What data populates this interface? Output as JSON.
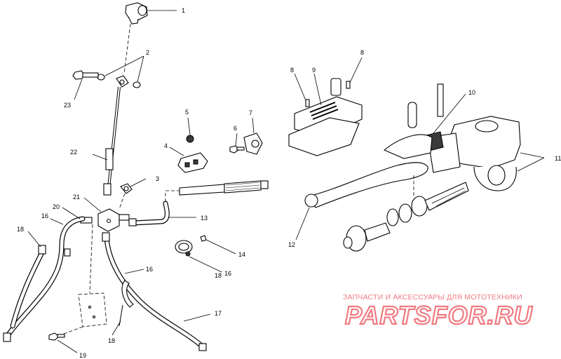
{
  "callouts": [
    {
      "id": "c1",
      "text": "1"
    },
    {
      "id": "c2",
      "text": "2"
    },
    {
      "id": "c3",
      "text": "3"
    },
    {
      "id": "c4",
      "text": "4"
    },
    {
      "id": "c5",
      "text": "5"
    },
    {
      "id": "c6",
      "text": "6"
    },
    {
      "id": "c7",
      "text": "7"
    },
    {
      "id": "c8a",
      "text": "8"
    },
    {
      "id": "c8b",
      "text": "8"
    },
    {
      "id": "c9",
      "text": "9"
    },
    {
      "id": "c10",
      "text": "10"
    },
    {
      "id": "c11",
      "text": "11"
    },
    {
      "id": "c12",
      "text": "12"
    },
    {
      "id": "c13",
      "text": "13"
    },
    {
      "id": "c14",
      "text": "14"
    },
    {
      "id": "c16a",
      "text": "16"
    },
    {
      "id": "c16b",
      "text": "16"
    },
    {
      "id": "c16c",
      "text": "16"
    },
    {
      "id": "c17",
      "text": "17"
    },
    {
      "id": "c18a",
      "text": "18"
    },
    {
      "id": "c18b",
      "text": "18"
    },
    {
      "id": "c18c",
      "text": "18"
    },
    {
      "id": "c19",
      "text": "19"
    },
    {
      "id": "c20",
      "text": "20"
    },
    {
      "id": "c21",
      "text": "21"
    },
    {
      "id": "c22",
      "text": "22"
    },
    {
      "id": "c23",
      "text": "23"
    }
  ],
  "watermark": {
    "tagline": "ЗАПЧАСТИ И АКСЕССУАРЫ ДЛЯ МОТОТЕХНИКИ",
    "logo": "PARTSFOR.RU",
    "color": "#f07a80"
  }
}
